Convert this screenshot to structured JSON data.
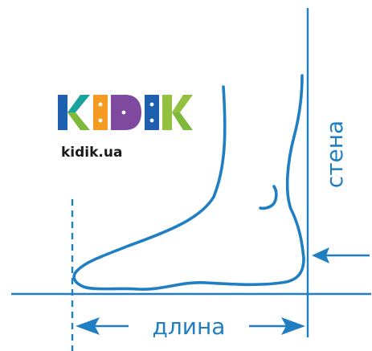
{
  "logo": {
    "letters": [
      "K",
      "I",
      "D",
      "I",
      "K"
    ],
    "url": "kidik.ua"
  },
  "labels": {
    "wall": "стена",
    "length": "длина"
  },
  "colors": {
    "line": "#1f7fc2",
    "logo_blue": "#1e5fb0",
    "logo_teal": "#1aa39a",
    "logo_green": "#7dba3b",
    "logo_orange": "#f59b21",
    "logo_purple": "#7f4a9e",
    "logo_lime": "#93c13f"
  },
  "icons": [
    "foot-outline",
    "arrow-left-icon",
    "arrow-right-icon",
    "arrow-left-icon"
  ]
}
